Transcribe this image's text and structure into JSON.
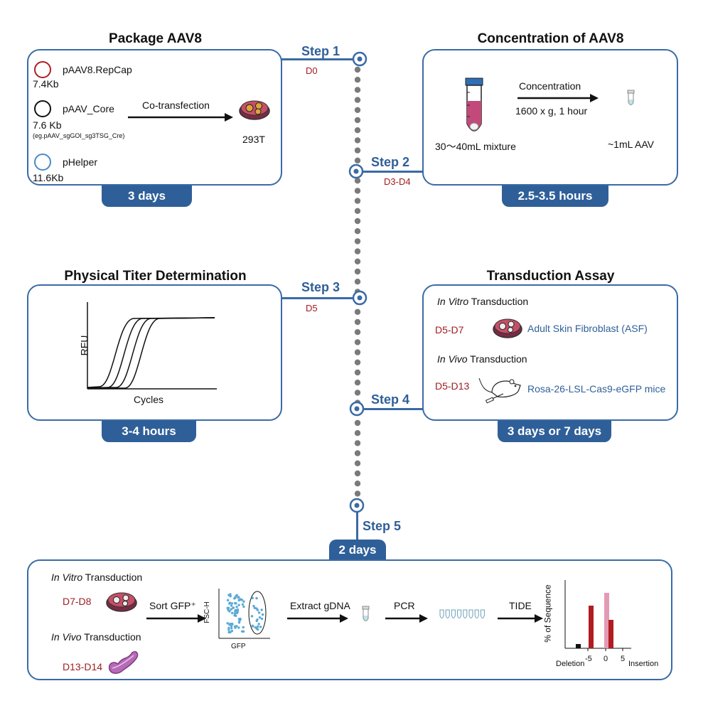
{
  "steps": {
    "s1": {
      "label": "Step 1",
      "day": "D0"
    },
    "s2": {
      "label": "Step 2",
      "day": "D3-D4"
    },
    "s3": {
      "label": "Step 3",
      "day": "D5"
    },
    "s4": {
      "label": "Step 4"
    },
    "s5": {
      "label": "Step 5"
    }
  },
  "package": {
    "title": "Package AAV8",
    "plasmid1_name": "pAAV8.RepCap",
    "plasmid1_size": "7.4Kb",
    "plasmid2_name": "pAAV_Core",
    "plasmid2_size": "7.6 Kb",
    "plasmid2_example": "(eg.pAAV_sgGOI_sg3TSG_Cre)",
    "plasmid3_name": "pHelper",
    "plasmid3_size": "11.6Kb",
    "arrow_label": "Co-transfection",
    "cell_line": "293T",
    "duration": "3 days"
  },
  "concentration": {
    "title": "Concentration of AAV8",
    "arrow_top": "Concentration",
    "arrow_bottom": "1600 x g, 1 hour",
    "input": "30～40mL mixture",
    "output": "~1mL AAV",
    "duration": "2.5-3.5 hours"
  },
  "titer": {
    "title": "Physical Titer Determination",
    "ylabel": "RFU",
    "xlabel": "Cycles",
    "duration": "3-4 hours"
  },
  "transduction": {
    "title": "Transduction Assay",
    "invitro_italic": "In Vitro",
    "invitro_rest": " Transduction",
    "invitro_days": "D5-D7",
    "invitro_target": "Adult Skin Fibroblast (ASF)",
    "invivo_italic": "In Vivo",
    "invivo_rest": " Transduction",
    "invivo_days": "D5-D13",
    "invivo_target": "Rosa-26-LSL-Cas9-eGFP mice",
    "duration": "3 days or 7 days"
  },
  "analysis": {
    "duration": "2 days",
    "invitro_italic": "In Vitro",
    "invitro_rest": " Transduction",
    "invitro_days": "D7-D8",
    "invivo_italic": "In Vivo",
    "invivo_rest": " Transduction",
    "invivo_days": "D13-D14",
    "sort_label": "Sort GFP⁺",
    "facs_y": "FSC-H",
    "facs_x": "GFP",
    "extract_label": "Extract gDNA",
    "pcr_label": "PCR",
    "tide_label": "TIDE",
    "tide_ylabel": "% of Sequence",
    "tide_xticks": [
      "-5",
      "0",
      "5"
    ],
    "tide_left": "Deletion",
    "tide_right": "Insertion"
  },
  "colors": {
    "accent": "#2f5f98",
    "day": "#a01d23"
  }
}
